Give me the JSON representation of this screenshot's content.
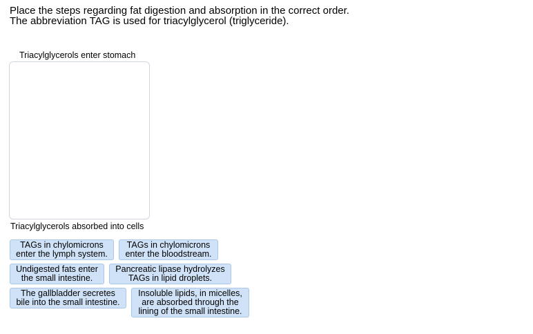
{
  "instructions": {
    "line1": "Place the steps regarding fat digestion and absorption in the correct order.",
    "line2": "The abbreviation TAG is used for triacylglycerol (triglyceride)."
  },
  "sequence": {
    "start_label": "Triacylglycerols enter stomach",
    "end_label": "Triacylglycerols absorbed into cells"
  },
  "tiles": [
    {
      "lines": [
        "TAGs in chylomicrons",
        "enter the lymph system."
      ]
    },
    {
      "lines": [
        "TAGs in chylomicrons",
        "enter the bloodstream."
      ]
    },
    {
      "lines": [
        "Undigested fats enter",
        "the small intestine."
      ]
    },
    {
      "lines": [
        "Pancreatic lipase hydrolyzes",
        "TAGs in lipid droplets."
      ]
    },
    {
      "lines": [
        "The gallbladder secretes",
        "bile into the small intestine."
      ]
    },
    {
      "lines": [
        "Insoluble lipids, in micelles,",
        "are absorbed through the",
        "lining of the small intestine."
      ]
    }
  ],
  "colors": {
    "tile_background": "#cfe2f7",
    "tile_border": "#a9c6e8",
    "drop_zone_border": "#cfd6e0"
  }
}
